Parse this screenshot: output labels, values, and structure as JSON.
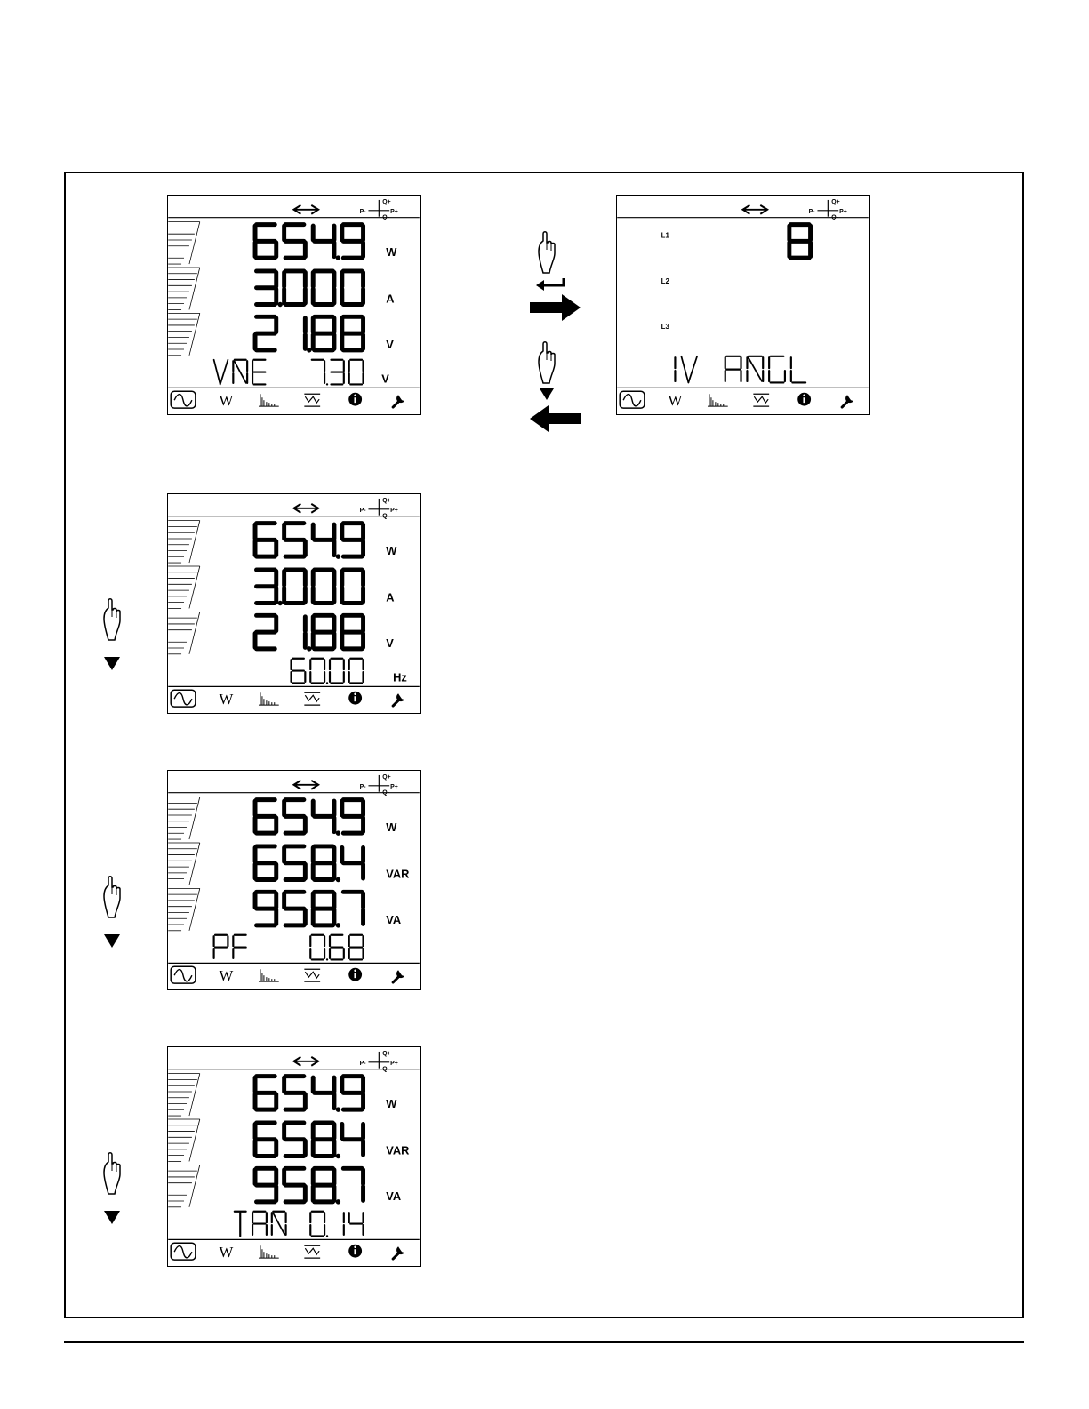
{
  "icons": {
    "top_bar": [
      "double-arrow-icon",
      "power-quadrant-icon"
    ],
    "quadrant_labels": [
      "Q+",
      "P-",
      "P+",
      "Q-"
    ],
    "tabs": [
      "sine-wave-icon",
      "power-w-icon",
      "harmonics-icon",
      "min-max-icon",
      "info-icon",
      "wrench-icon"
    ],
    "tab_w_label": "W",
    "navigation": [
      "hand-press-icon",
      "enter-key-icon",
      "arrow-right-icon",
      "down-triangle-icon",
      "arrow-left-icon"
    ]
  },
  "screens": [
    {
      "rows": [
        {
          "value": "654.9",
          "unit": "W"
        },
        {
          "value": "3.000",
          "unit": "A"
        },
        {
          "value": "21.88",
          "unit": "V"
        },
        {
          "value": "VNE  7.30",
          "unit": "V"
        }
      ]
    },
    {
      "phase_labels": [
        "L1",
        "L2",
        "L3"
      ],
      "digit": "8",
      "message": "IV ANGL"
    },
    {
      "rows": [
        {
          "value": "654.9",
          "unit": "W"
        },
        {
          "value": "3.000",
          "unit": "A"
        },
        {
          "value": "21.88",
          "unit": "V"
        },
        {
          "value": "60.00",
          "unit": "Hz"
        }
      ]
    },
    {
      "rows": [
        {
          "value": "654.9",
          "unit": "W"
        },
        {
          "value": "658.4",
          "unit": "VAR"
        },
        {
          "value": "958.7",
          "unit": "VA"
        },
        {
          "value": "PF   0.68",
          "unit": ""
        }
      ]
    },
    {
      "rows": [
        {
          "value": "654.9",
          "unit": "W"
        },
        {
          "value": "658.4",
          "unit": "VAR"
        },
        {
          "value": "958.7",
          "unit": "VA"
        },
        {
          "value": "TAN 0.14",
          "unit": ""
        }
      ]
    }
  ]
}
